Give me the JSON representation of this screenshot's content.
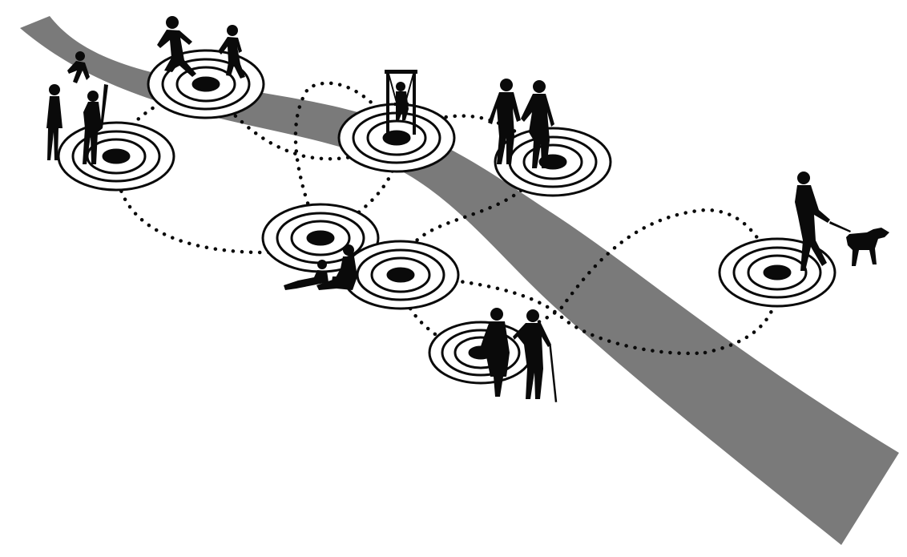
{
  "diagram": {
    "background_color": "#ffffff",
    "path_color": "#7a7a7a",
    "ink_color": "#0a0a0a",
    "nodes": [
      {
        "id": "play-children",
        "figure": "running-children"
      },
      {
        "id": "parent-child",
        "figure": "adult-lifting-child"
      },
      {
        "id": "swing",
        "figure": "child-on-swing"
      },
      {
        "id": "couple",
        "figure": "walking-couple"
      },
      {
        "id": "sitting-pair",
        "figure": "people-sitting"
      },
      {
        "id": "center-node",
        "figure": "none"
      },
      {
        "id": "elderly-pair",
        "figure": "elderly-with-cane"
      },
      {
        "id": "dog-walker",
        "figure": "person-walking-dog"
      }
    ]
  }
}
